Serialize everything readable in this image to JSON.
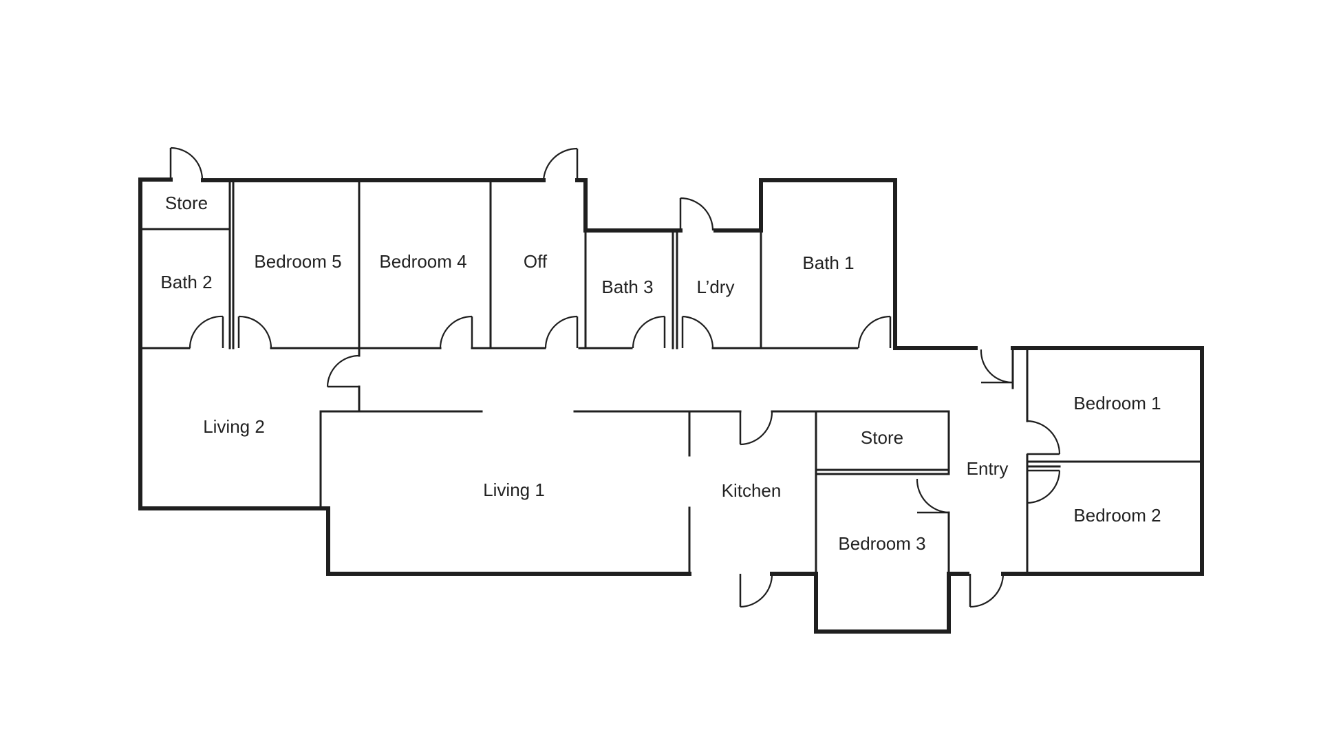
{
  "plan": {
    "rooms": {
      "store_nw": "Store",
      "bath_2": "Bath 2",
      "bedroom_5": "Bedroom 5",
      "bedroom_4": "Bedroom 4",
      "office": "Off",
      "bath_3": "Bath 3",
      "laundry": "L’dry",
      "bath_1": "Bath 1",
      "living_2": "Living 2",
      "living_1": "Living 1",
      "kitchen": "Kitchen",
      "store_s": "Store",
      "entry": "Entry",
      "bedroom_3": "Bedroom 3",
      "bedroom_1": "Bedroom 1",
      "bedroom_2": "Bedroom 2"
    }
  }
}
